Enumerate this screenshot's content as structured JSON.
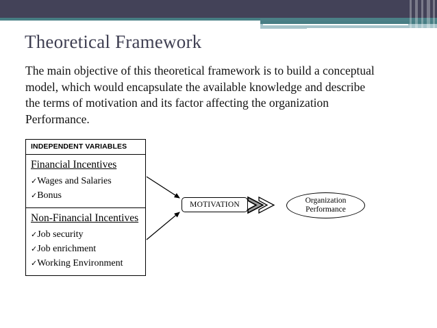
{
  "slide": {
    "title": "Theoretical Framework",
    "body": "The main objective of this theoretical framework is to build a conceptual model, which would encapsulate the available knowledge and describe the terms of motivation and its factor affecting the organization Performance.",
    "theme": {
      "band_dark": "#434258",
      "band_teal": "#477e84",
      "band_lightblue": "#a6c4ca",
      "title_color": "#3f3f52",
      "body_color": "#111111",
      "background": "#ffffff"
    }
  },
  "diagram": {
    "variables_table": {
      "header": "INDEPENDENT VARIABLES",
      "sections": [
        {
          "title": "Financial Incentives",
          "items": [
            {
              "bullet": "✓",
              "label": "Wages and Salaries"
            },
            {
              "bullet": "✓",
              "label": "Bonus"
            }
          ]
        },
        {
          "title": "Non-Financial Incentives",
          "items": [
            {
              "bullet": "✓",
              "label": "Job security"
            },
            {
              "bullet": "✓",
              "label": "Job enrichment"
            },
            {
              "bullet": "✓",
              "label": "Working Environment"
            }
          ]
        }
      ]
    },
    "motivation_node": {
      "label": "MOTIVATION"
    },
    "outcome_node": {
      "line1": "Organization",
      "line2": "Performance"
    },
    "connectors": [
      {
        "name": "arrow-financial-to-motivation",
        "from": "Financial Incentives",
        "to": "MOTIVATION"
      },
      {
        "name": "arrow-nonfinancial-to-motivation",
        "from": "Non-Financial Incentives",
        "to": "MOTIVATION"
      },
      {
        "name": "chevron-motivation-to-outcome",
        "from": "MOTIVATION",
        "to": "Organization Performance"
      }
    ]
  }
}
